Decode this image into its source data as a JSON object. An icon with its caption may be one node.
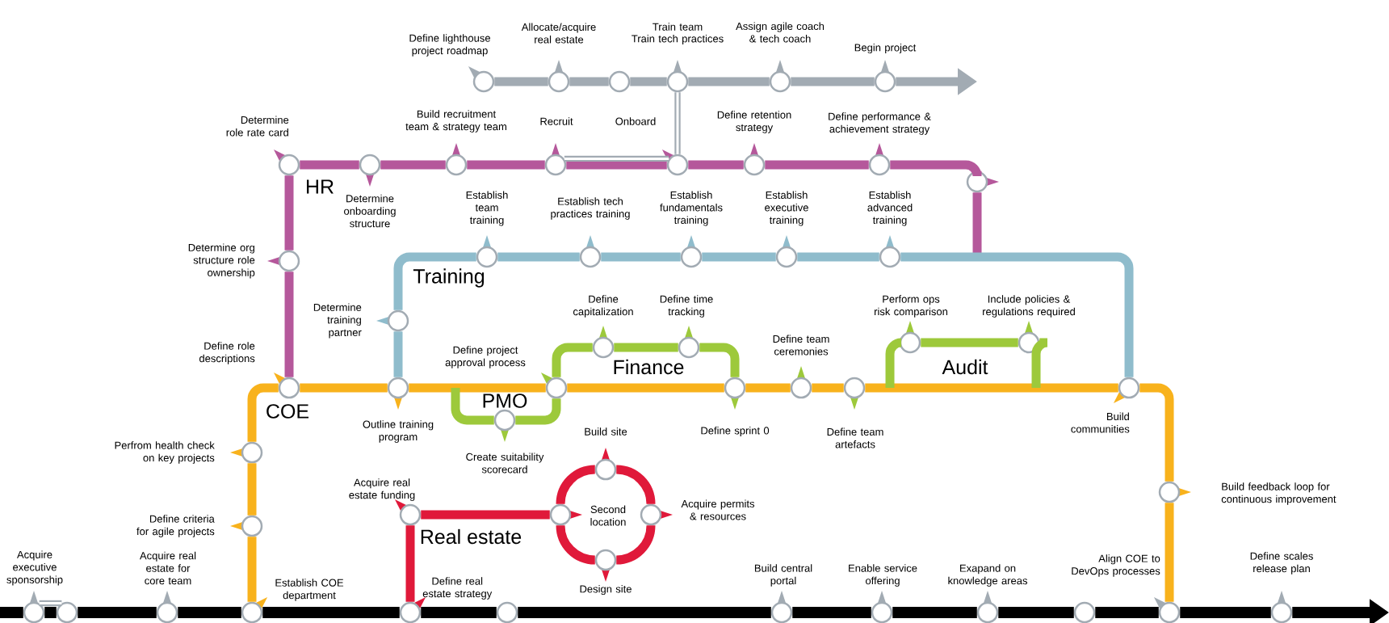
{
  "diagram": {
    "nodes": [
      {
        "text": [],
        "shape": "circle",
        "beside": [
          "Define lighthouse project roadmap"
        ]
      },
      {
        "text": [],
        "shape": "circle",
        "beside": [
          "Allocate/acquire real estate"
        ]
      },
      {
        "text": [],
        "shape": "circle"
      },
      {
        "text": [],
        "shape": "circle",
        "beside": [
          "Train team",
          "Train tech practices"
        ]
      },
      {
        "text": [],
        "shape": "circle",
        "beside": [
          "Assign agile coach & tech coach"
        ]
      },
      {
        "text": [],
        "shape": "circle",
        "beside": [
          "Begin project"
        ]
      },
      {
        "text": [],
        "shape": "circle",
        "beside": [
          "Determine role rate card"
        ]
      },
      {
        "text": [],
        "shape": "circle",
        "beside": [
          "Determine onboarding structure"
        ]
      },
      {
        "text": [],
        "shape": "circle",
        "beside": [
          "Build recruitment team & strategy team"
        ]
      },
      {
        "text": [],
        "shape": "circle",
        "beside": [
          "Recruit"
        ]
      },
      {
        "text": [],
        "shape": "circle",
        "beside": [
          "Onboard"
        ]
      },
      {
        "text": [],
        "shape": "circle",
        "beside": [
          "Define retention strategy"
        ]
      },
      {
        "text": [],
        "shape": "circle",
        "beside": [
          "Define performance & achievement strategy"
        ]
      },
      {
        "text": [],
        "shape": "circle"
      },
      {
        "text": [],
        "shape": "circle",
        "beside": [
          "Determine org structure role ownership"
        ]
      },
      {
        "text": [],
        "shape": "circle",
        "beside": [
          "Establish team training"
        ]
      },
      {
        "text": [],
        "shape": "circle",
        "beside": [
          "Establish tech practices training"
        ]
      },
      {
        "text": [],
        "shape": "circle",
        "beside": [
          "Establish fundamentals training"
        ]
      },
      {
        "text": [],
        "shape": "circle",
        "beside": [
          "Establish executive training"
        ]
      },
      {
        "text": [],
        "shape": "circle",
        "beside": [
          "Establish advanced training"
        ]
      },
      {
        "text": [],
        "shape": "circle",
        "beside": [
          "Determine training partner"
        ]
      },
      {
        "text": [],
        "shape": "circle",
        "beside": [
          "Define role descriptions"
        ]
      },
      {
        "text": [],
        "shape": "circle",
        "beside": [
          "Outline training program"
        ]
      },
      {
        "text": [],
        "shape": "circle",
        "beside": [
          "Define project approval process"
        ]
      },
      {
        "text": [],
        "shape": "circle",
        "beside": [
          "Create suitability scorecard"
        ]
      },
      {
        "text": [],
        "shape": "circle",
        "beside": [
          "Define capitalization"
        ]
      },
      {
        "text": [],
        "shape": "circle",
        "beside": [
          "Define time tracking"
        ]
      },
      {
        "text": [],
        "shape": "circle",
        "beside": [
          "Define sprint 0"
        ]
      },
      {
        "text": [],
        "shape": "circle",
        "beside": [
          "Define team ceremonies"
        ]
      },
      {
        "text": [],
        "shape": "circle",
        "beside": [
          "Define team artefacts"
        ]
      },
      {
        "text": [],
        "shape": "circle",
        "beside": [
          "Perform ops risk comparison"
        ]
      },
      {
        "text": [],
        "shape": "circle",
        "beside": [
          "Include policies & regulations required"
        ]
      },
      {
        "text": [],
        "shape": "circle",
        "beside": [
          "Build communities"
        ]
      },
      {
        "text": [],
        "shape": "circle",
        "beside": [
          "Build feedback loop for continuous improvement"
        ]
      },
      {
        "text": [],
        "shape": "circle",
        "beside": [
          "Perfrom health check on key projects"
        ]
      },
      {
        "text": [],
        "shape": "circle",
        "beside": [
          "Define criteria for agile projects"
        ]
      },
      {
        "text": [],
        "shape": "circle",
        "beside": [
          "Acquire real estate funding"
        ]
      },
      {
        "text": [],
        "shape": "circle",
        "beside": [
          "Second location"
        ]
      },
      {
        "text": [],
        "shape": "circle",
        "beside": [
          "Build site"
        ]
      },
      {
        "text": [],
        "shape": "circle",
        "beside": [
          "Acquire permits & resources"
        ]
      },
      {
        "text": [],
        "shape": "circle",
        "beside": [
          "Design site"
        ]
      },
      {
        "text": [],
        "shape": "circle",
        "beside": [
          "Acquire executive sponsorship"
        ]
      },
      {
        "text": [],
        "shape": "circle"
      },
      {
        "text": [],
        "shape": "circle",
        "beside": [
          "Acquire real estate for core team"
        ]
      },
      {
        "text": [],
        "shape": "circle",
        "beside": [
          "Establish COE department"
        ]
      },
      {
        "text": [],
        "shape": "circle",
        "beside": [
          "Define real estate strategy"
        ]
      },
      {
        "text": [],
        "shape": "circle"
      },
      {
        "text": [],
        "shape": "circle",
        "beside": [
          "Build central portal"
        ]
      },
      {
        "text": [],
        "shape": "circle",
        "beside": [
          "Enable service offering"
        ]
      },
      {
        "text": [],
        "shape": "circle",
        "beside": [
          "Exapand on knowledge areas"
        ]
      },
      {
        "text": [],
        "shape": "circle"
      },
      {
        "text": [],
        "shape": "circle",
        "beside": [
          "Align COE to DevOps processes"
        ]
      },
      {
        "text": [],
        "shape": "circle",
        "beside": [
          "Define scales release plan"
        ]
      }
    ],
    "edges": [
      {
        "from": 0,
        "to": 1,
        "arrow": "none",
        "color": "#a2abb3"
      },
      {
        "from": 1,
        "to": 2,
        "arrow": "none",
        "color": "#a2abb3"
      },
      {
        "from": 2,
        "to": 3,
        "arrow": "none",
        "color": "#a2abb3"
      },
      {
        "from": 3,
        "to": 4,
        "arrow": "none",
        "color": "#a2abb3"
      },
      {
        "from": 4,
        "to": 5,
        "arrow": "none",
        "color": "#a2abb3"
      },
      {
        "from": 5,
        "to": null,
        "arrow": "to",
        "color": "#a2abb3"
      },
      {
        "from": 10,
        "to": 3,
        "arrow": "none",
        "color": "#a2abb3"
      },
      {
        "from": 6,
        "to": 7,
        "arrow": "none",
        "color": "#b5589b"
      },
      {
        "from": 7,
        "to": 8,
        "arrow": "none",
        "color": "#b5589b"
      },
      {
        "from": 8,
        "to": 9,
        "arrow": "none",
        "color": "#b5589b"
      },
      {
        "from": 9,
        "to": 10,
        "arrow": "none",
        "color": "#b5589b"
      },
      {
        "from": 10,
        "to": 11,
        "arrow": "none",
        "color": "#b5589b"
      },
      {
        "from": 11,
        "to": 12,
        "arrow": "none",
        "color": "#b5589b"
      },
      {
        "from": 12,
        "to": 13,
        "arrow": "none",
        "color": "#b5589b"
      },
      {
        "from": 13,
        "to": null,
        "arrow": "none",
        "color": "#b5589b"
      },
      {
        "from": 6,
        "to": 14,
        "arrow": "none",
        "color": "#b5589b"
      },
      {
        "from": 14,
        "to": 21,
        "arrow": "none",
        "color": "#b5589b"
      },
      {
        "from": 22,
        "to": 20,
        "arrow": "none",
        "color": "#8fbccc"
      },
      {
        "from": 20,
        "to": 15,
        "arrow": "none",
        "color": "#8fbccc"
      },
      {
        "from": 15,
        "to": 16,
        "arrow": "none",
        "color": "#8fbccc"
      },
      {
        "from": 16,
        "to": 17,
        "arrow": "none",
        "color": "#8fbccc"
      },
      {
        "from": 17,
        "to": 18,
        "arrow": "none",
        "color": "#8fbccc"
      },
      {
        "from": 18,
        "to": 19,
        "arrow": "none",
        "color": "#8fbccc"
      },
      {
        "from": 19,
        "to": 32,
        "arrow": "none",
        "color": "#8fbccc"
      },
      {
        "from": 44,
        "to": 35,
        "arrow": "none",
        "color": "#f8b21c"
      },
      {
        "from": 35,
        "to": 34,
        "arrow": "none",
        "color": "#f8b21c"
      },
      {
        "from": 34,
        "to": 21,
        "arrow": "none",
        "color": "#f8b21c"
      },
      {
        "from": 21,
        "to": 22,
        "arrow": "none",
        "color": "#f8b21c"
      },
      {
        "from": 22,
        "to": 23,
        "arrow": "none",
        "color": "#f8b21c"
      },
      {
        "from": 23,
        "to": 27,
        "arrow": "none",
        "color": "#f8b21c"
      },
      {
        "from": 27,
        "to": 28,
        "arrow": "none",
        "color": "#f8b21c"
      },
      {
        "from": 28,
        "to": 29,
        "arrow": "none",
        "color": "#f8b21c"
      },
      {
        "from": 29,
        "to": 32,
        "arrow": "none",
        "color": "#f8b21c"
      },
      {
        "from": 32,
        "to": 33,
        "arrow": "none",
        "color": "#f8b21c"
      },
      {
        "from": 33,
        "to": 51,
        "arrow": "none",
        "color": "#f8b21c"
      },
      {
        "from": null,
        "to": 24,
        "arrow": "none",
        "color": "#9dc93b"
      },
      {
        "from": 24,
        "to": 23,
        "arrow": "none",
        "color": "#9dc93b"
      },
      {
        "from": 23,
        "to": 25,
        "arrow": "none",
        "color": "#9dc93b"
      },
      {
        "from": 25,
        "to": 26,
        "arrow": "none",
        "color": "#9dc93b"
      },
      {
        "from": 26,
        "to": 27,
        "arrow": "none",
        "color": "#9dc93b"
      },
      {
        "from": null,
        "to": 30,
        "arrow": "none",
        "color": "#9dc93b"
      },
      {
        "from": 30,
        "to": 31,
        "arrow": "none",
        "color": "#9dc93b"
      },
      {
        "from": 31,
        "to": null,
        "arrow": "none",
        "color": "#9dc93b"
      },
      {
        "from": 45,
        "to": 36,
        "arrow": "none",
        "color": "#e0193a"
      },
      {
        "from": 36,
        "to": 37,
        "arrow": "none",
        "color": "#e0193a"
      },
      {
        "from": 37,
        "to": 38,
        "arrow": "none",
        "color": "#e0193a"
      },
      {
        "from": 38,
        "to": 39,
        "arrow": "none",
        "color": "#e0193a"
      },
      {
        "from": 39,
        "to": 40,
        "arrow": "none",
        "color": "#e0193a"
      },
      {
        "from": 40,
        "to": 37,
        "arrow": "none",
        "color": "#e0193a"
      },
      {
        "from": null,
        "to": 41,
        "arrow": "none",
        "color": "#000000"
      },
      {
        "from": 41,
        "to": 42,
        "arrow": "none",
        "color": "#000000"
      },
      {
        "from": 42,
        "to": 43,
        "arrow": "none",
        "color": "#000000"
      },
      {
        "from": 43,
        "to": 44,
        "arrow": "none",
        "color": "#000000"
      },
      {
        "from": 44,
        "to": 45,
        "arrow": "none",
        "color": "#000000"
      },
      {
        "from": 45,
        "to": 46,
        "arrow": "none",
        "color": "#000000"
      },
      {
        "from": 46,
        "to": 47,
        "arrow": "none",
        "color": "#000000"
      },
      {
        "from": 47,
        "to": 48,
        "arrow": "none",
        "color": "#000000"
      },
      {
        "from": 48,
        "to": 49,
        "arrow": "none",
        "color": "#000000"
      },
      {
        "from": 49,
        "to": 50,
        "arrow": "none",
        "color": "#000000"
      },
      {
        "from": 50,
        "to": 51,
        "arrow": "none",
        "color": "#000000"
      },
      {
        "from": 51,
        "to": 52,
        "arrow": "none",
        "color": "#000000"
      },
      {
        "from": 52,
        "to": null,
        "arrow": "to",
        "color": "#000000"
      },
      {
        "from": 41,
        "to": 42,
        "arrow": "none",
        "color": "#a2abb3"
      },
      {
        "from": 9,
        "to": 10,
        "arrow": "none",
        "color": "#a2abb3"
      }
    ],
    "labels": [
      "HR",
      "Training",
      "COE",
      "PMO",
      "Finance",
      "Audit",
      "Real estate"
    ]
  }
}
